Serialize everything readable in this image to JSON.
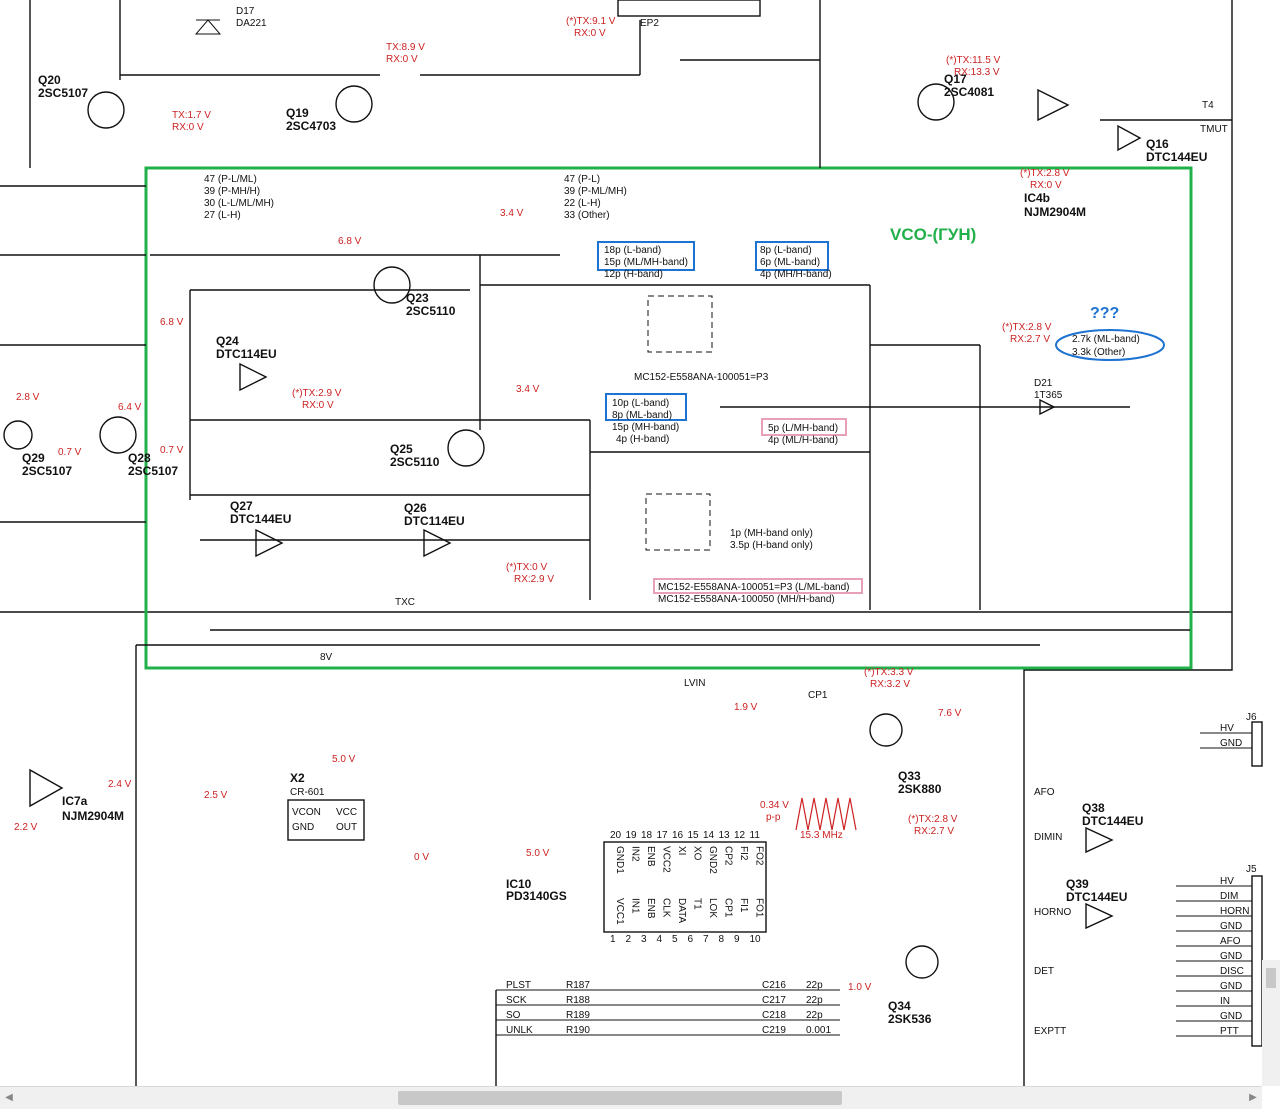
{
  "vco_label": "VCO-(ГУН)",
  "unknown_mark": "???",
  "labels": {
    "q20": "Q20",
    "q20_type": "2SC5107",
    "q19": "Q19",
    "q19_type": "2SC4703",
    "q17": "Q17",
    "q17_type": "2SC4081",
    "q16": "Q16",
    "q16_type": "DTC144EU",
    "ic4b": "IC4b",
    "ic4b_type": "NJM2904M",
    "q23": "Q23",
    "q23_type": "2SC5110",
    "q24": "Q24",
    "q24_type": "DTC114EU",
    "q25": "Q25",
    "q25_type": "2SC5110",
    "q26": "Q26",
    "q26_type": "DTC114EU",
    "q27": "Q27",
    "q27_type": "DTC144EU",
    "q28": "Q28",
    "q28_type": "2SC5107",
    "q29": "Q29",
    "q29_type": "2SC5107",
    "ic7a": "IC7a",
    "ic7a_type": "NJM2904M",
    "x2": "X2",
    "x2_type": "CR-601",
    "ic10": "IC10",
    "ic10_type": "PD3140GS",
    "q33": "Q33",
    "q33_type": "2SK880",
    "q34": "Q34",
    "q34_type": "2SK536",
    "q38": "Q38",
    "q38_type": "DTC144EU",
    "q39": "Q39",
    "q39_type": "DTC144EU",
    "d17": "D17",
    "d17_type": "DA221",
    "d21": "D21",
    "d21_type": "1T365",
    "l23_note": "MC152-E558ANA-100051=P3",
    "l26_note1": "MC152-E558ANA-100051=P3 (L/ML-band)",
    "l26_note2": "MC152-E558ANA-100050 (MH/H-band)",
    "c141_a": "18p (L-band)",
    "c141_b": "15p (ML/MH-band)",
    "c141_c": "12p (H-band)",
    "c139_a": "8p (L-band)",
    "c139_b": "6p (ML-band)",
    "c139_c": "4p (MH/H-band)",
    "c150_a": "10p (L-band)",
    "c150_b": "8p (ML-band)",
    "c150_c": "15p (MH-band)",
    "c150_d": "4p (H-band)",
    "c148_a": "5p (L/MH-band)",
    "c148_b": "4p (ML/H-band)",
    "c149_a": "1p (MH-band only)",
    "c149_b": "3.5p (H-band only)",
    "r119_a": "2.7k (ML-band)",
    "r119_b": "3.3k (Other)",
    "band_47": "47 (P-L/ML)",
    "band_39": "39 (P-MH/H)",
    "band_30": "30 (L-L/ML/MH)",
    "band_27": "27 (L-H)",
    "band2_47": "47 (P-L)",
    "band2_39": "39 (P-ML/MH)",
    "band2_22": "22 (L-H)",
    "band2_33": "33 (Other)",
    "v68": "6.8 V",
    "v34": "3.4 V",
    "v34b": "3.4 V",
    "v68b": "6.8 V",
    "v50": "5.0 V",
    "v50b": "5.0 V",
    "v25": "2.5 V",
    "v19": "1.9 V",
    "v76": "7.6 V",
    "v10": "1.0 V",
    "v0": "0 V",
    "v24": "2.4 V",
    "v22": "2.2 V",
    "v28": "2.8 V",
    "v64": "6.4 V",
    "v07": "0.7 V",
    "v07b": "0.7 V",
    "tx28": "(*)TX:2.8 V",
    "rx27": "RX:2.7 V",
    "tx29": "(*)TX:2.9 V",
    "rx0": "RX:0 V",
    "tx0": "(*)TX:0 V",
    "rx29": "RX:2.9 V",
    "tx17": "TX:1.7 V",
    "rx0b": "RX:0 V",
    "tx89": "TX:8.9 V",
    "rx0c": "RX:0 V",
    "tx91": "(*)TX:9.1 V",
    "rx0d": "RX:0 V",
    "tx115": "(*)TX:11.5 V",
    "rx133": "RX:13.3 V",
    "tx33": "(*)TX:3.3 V",
    "rx32": "RX:3.2 V",
    "tx28b": "(*)TX:2.8 V",
    "rx27b": "RX:2.7 V",
    "pp": "0.34 V",
    "pp2": "p-p",
    "freq": "15.3 MHz",
    "net_8v": "8V",
    "net_lvin": "LVIN",
    "net_txc": "TXC",
    "net_cp1": "CP1",
    "net_tmut": "TMUT",
    "net_t4": "T4",
    "net_ep2": "EP2",
    "pins_top": [
      "20",
      "19",
      "18",
      "17",
      "16",
      "15",
      "14",
      "13",
      "12",
      "11"
    ],
    "pins_top_names": [
      "GND1",
      "IN2",
      "ENB",
      "VCC2",
      "XI",
      "XO",
      "GND2",
      "CP2",
      "FI2",
      "FO2"
    ],
    "pins_bot": [
      "1",
      "2",
      "3",
      "4",
      "5",
      "6",
      "7",
      "8",
      "9",
      "10"
    ],
    "pins_bot_names": [
      "VCC1",
      "IN1",
      "ENB",
      "CLK",
      "DATA",
      "T1",
      "LOK",
      "CP1",
      "FI1",
      "FO1"
    ],
    "x2_pins": [
      "VCON",
      "GND",
      "VCC",
      "OUT"
    ],
    "bus_left": [
      "PLST",
      "SCK",
      "SO",
      "UNLK"
    ],
    "bus_r": [
      "R187",
      "R188",
      "R189",
      "R190"
    ],
    "bus_c": [
      "C216",
      "C217",
      "C218",
      "C219"
    ],
    "bus_cv": [
      "22p",
      "22p",
      "22p",
      "0.001"
    ],
    "j5_pins": [
      "HV",
      "DIM",
      "HORN",
      "GND",
      "AFO",
      "GND",
      "DISC",
      "GND",
      "IN",
      "GND",
      "PTT"
    ],
    "j6_pins": [
      "HV",
      "GND"
    ],
    "j6": "J6",
    "j5": "J5",
    "net_afo": "AFO",
    "net_dimin": "DIMIN",
    "net_horno": "HORNO",
    "net_det": "DET",
    "net_exptt": "EXPTT"
  }
}
